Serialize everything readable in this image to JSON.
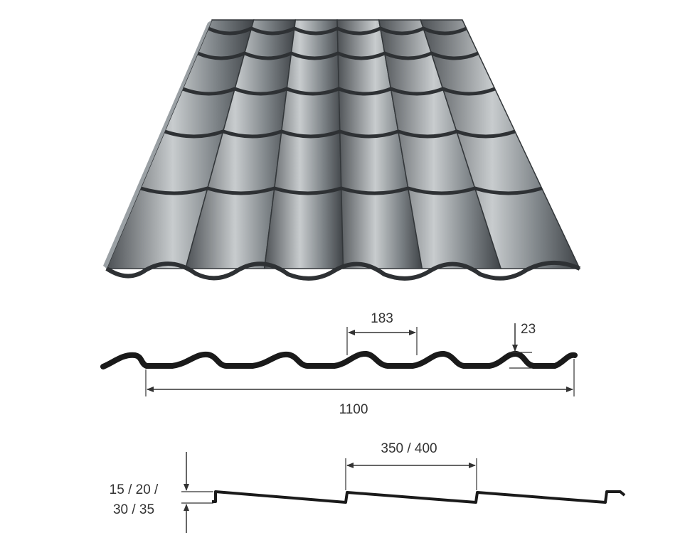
{
  "colors": {
    "sheet_dark": "#3f4347",
    "sheet_mid": "#6a7074",
    "sheet_light": "#c3c8cb",
    "profile_line": "#1a1a1a",
    "dimension_line": "#333333"
  },
  "cross_section": {
    "wave_pitch_label": "183",
    "wave_height_label": "23",
    "total_width_label": "1100"
  },
  "side_profile": {
    "step_length_label": "350 / 400",
    "step_height_label_line1": "15 / 20 /",
    "step_height_label_line2": "30 / 35"
  }
}
